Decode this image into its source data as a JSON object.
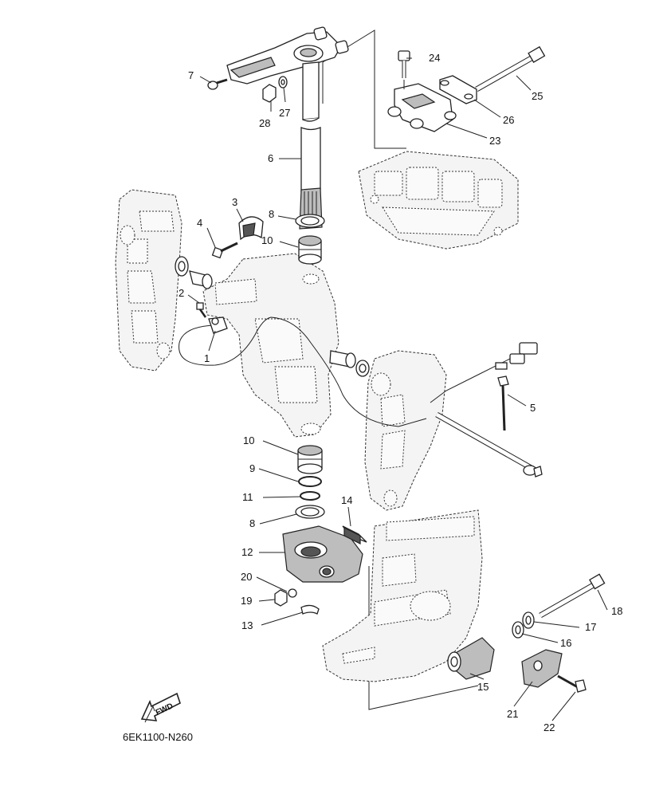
{
  "diagram": {
    "code_label": "6EK1100-N260",
    "fwd_label": "FWD",
    "callouts": [
      {
        "id": "c1",
        "text": "1"
      },
      {
        "id": "c2",
        "text": "2"
      },
      {
        "id": "c3",
        "text": "3"
      },
      {
        "id": "c4",
        "text": "4"
      },
      {
        "id": "c5",
        "text": "5"
      },
      {
        "id": "c6",
        "text": "6"
      },
      {
        "id": "c7",
        "text": "7"
      },
      {
        "id": "c8a",
        "text": "8"
      },
      {
        "id": "c8b",
        "text": "8"
      },
      {
        "id": "c9",
        "text": "9"
      },
      {
        "id": "c10a",
        "text": "10"
      },
      {
        "id": "c10b",
        "text": "10"
      },
      {
        "id": "c11",
        "text": "11"
      },
      {
        "id": "c12",
        "text": "12"
      },
      {
        "id": "c13",
        "text": "13"
      },
      {
        "id": "c14",
        "text": "14"
      },
      {
        "id": "c15",
        "text": "15"
      },
      {
        "id": "c16",
        "text": "16"
      },
      {
        "id": "c17",
        "text": "17"
      },
      {
        "id": "c18",
        "text": "18"
      },
      {
        "id": "c19",
        "text": "19"
      },
      {
        "id": "c20",
        "text": "20"
      },
      {
        "id": "c21",
        "text": "21"
      },
      {
        "id": "c22",
        "text": "22"
      },
      {
        "id": "c23",
        "text": "23"
      },
      {
        "id": "c24",
        "text": "24"
      },
      {
        "id": "c25",
        "text": "25"
      },
      {
        "id": "c26",
        "text": "26"
      },
      {
        "id": "c27",
        "text": "27"
      },
      {
        "id": "c28",
        "text": "28"
      }
    ]
  }
}
